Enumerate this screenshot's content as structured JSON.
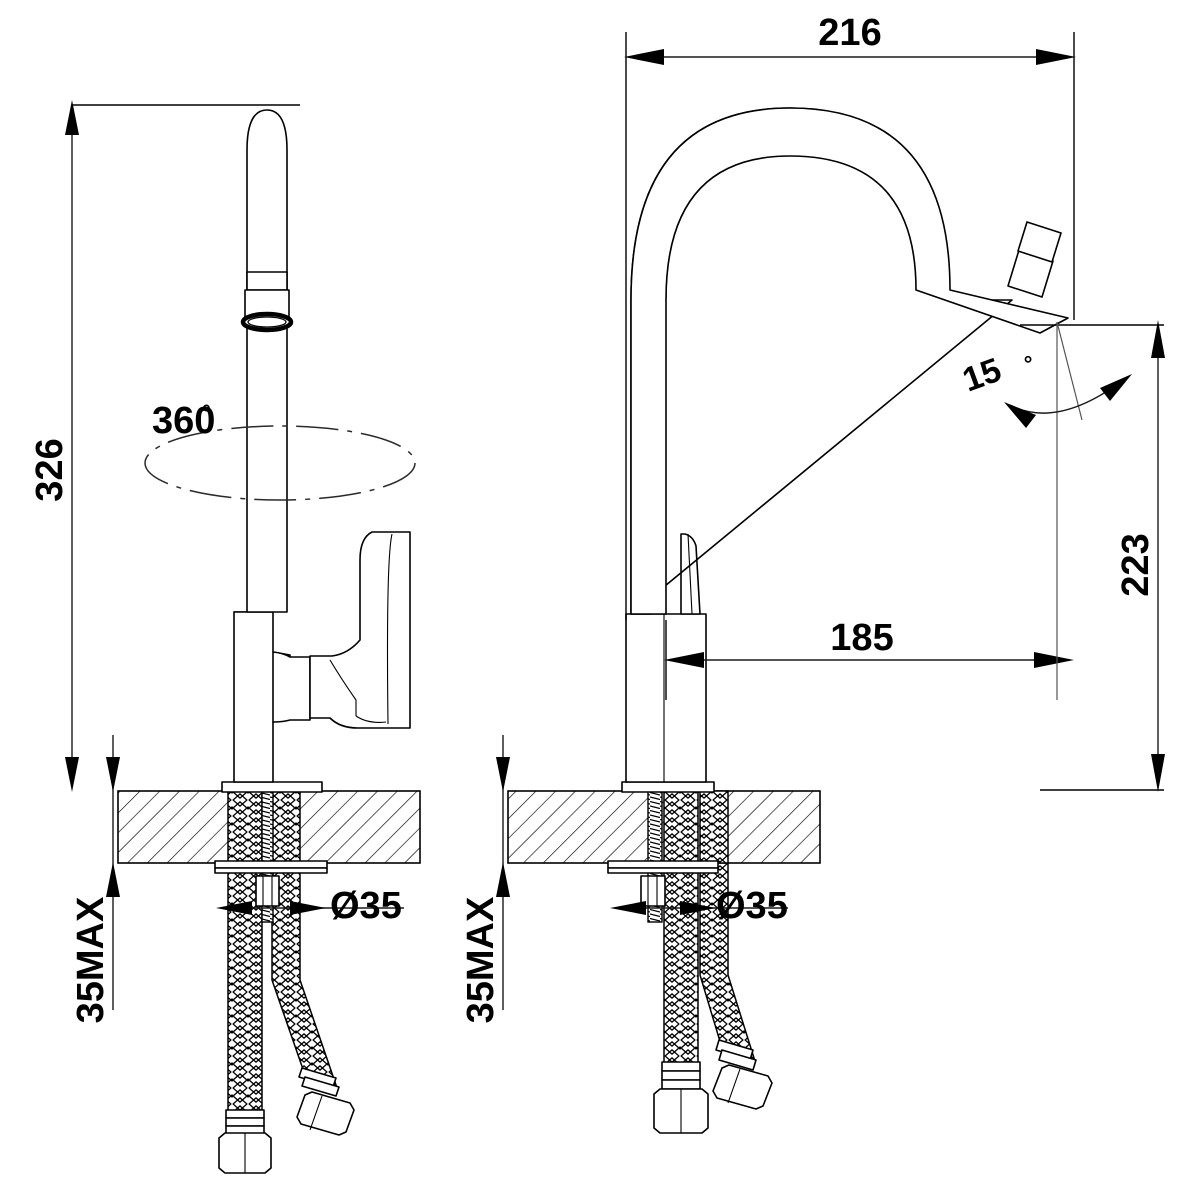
{
  "drawing": {
    "title": "Kitchen mixer tap dimensional drawing",
    "views": [
      {
        "name": "front-view",
        "label": ""
      },
      {
        "name": "side-view",
        "label": ""
      }
    ],
    "line_color": "#000000",
    "background": "#ffffff"
  },
  "dimensions": {
    "overall_height": {
      "value": "326",
      "unit": "mm",
      "orientation": "vertical",
      "view": "front-view"
    },
    "swivel_angle": {
      "value": "360",
      "symbol": "°",
      "orientation": "horizontal",
      "view": "front-view"
    },
    "deck_thickness_front": {
      "value": "35MAX",
      "orientation": "vertical",
      "view": "front-view"
    },
    "hole_diameter_front": {
      "value": "Ø35",
      "orientation": "horizontal",
      "view": "front-view"
    },
    "spout_reach_total": {
      "value": "216",
      "unit": "mm",
      "orientation": "horizontal",
      "view": "side-view"
    },
    "spout_reach_inner": {
      "value": "185",
      "unit": "mm",
      "orientation": "horizontal",
      "view": "side-view"
    },
    "spout_height": {
      "value": "223",
      "unit": "mm",
      "orientation": "vertical",
      "view": "side-view"
    },
    "outlet_angle": {
      "value": "15",
      "symbol": "°",
      "orientation": "horizontal",
      "view": "side-view"
    },
    "deck_thickness_side": {
      "value": "35MAX",
      "orientation": "vertical",
      "view": "side-view"
    },
    "hole_diameter_side": {
      "value": "Ø35",
      "orientation": "horizontal",
      "view": "side-view"
    }
  },
  "labels": {
    "h326": "326",
    "a360": "360",
    "deg_sym": "°",
    "max35_left": "35MAX",
    "dia35_left": "Ø35",
    "w216": "216",
    "w185": "185",
    "h223": "223",
    "a15": "15",
    "max35_right": "35MAX",
    "dia35_right": "Ø35"
  }
}
